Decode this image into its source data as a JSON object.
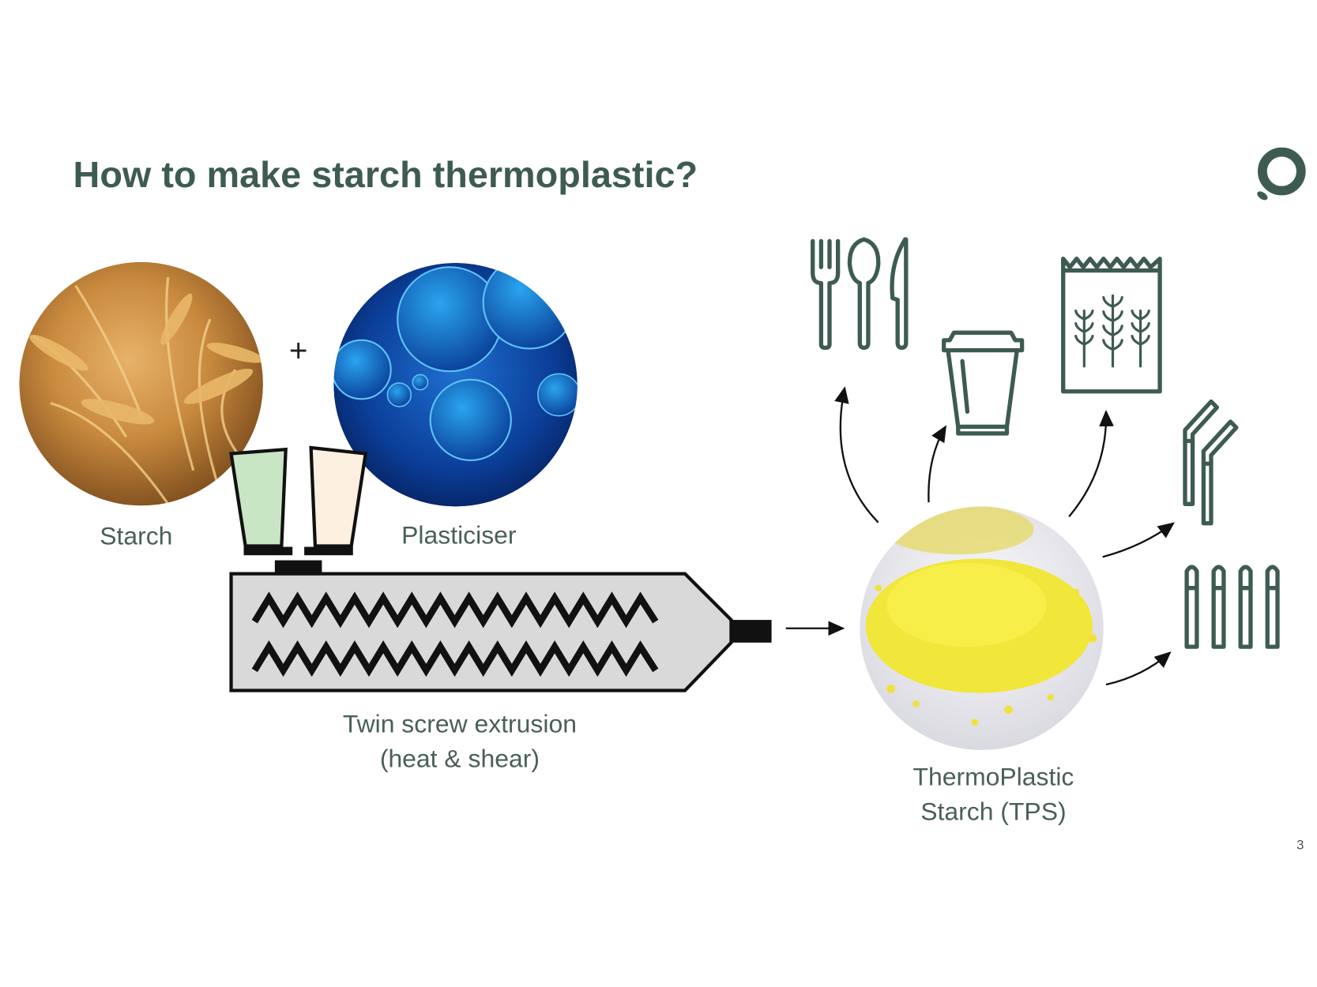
{
  "slide": {
    "title": "How to make starch thermoplastic?",
    "page_number": "3",
    "plus_sign": "+",
    "inputs": {
      "starch_label": "Starch",
      "plasticiser_label": "Plasticiser"
    },
    "process": {
      "line1": "Twin screw extrusion",
      "line2": "(heat & shear)"
    },
    "product": {
      "line1": "ThermoPlastic",
      "line2": "Starch (TPS)"
    },
    "applications": [
      "cutlery-icon",
      "cup-icon",
      "bag-icon",
      "straws-icon",
      "tubes-icon"
    ],
    "colors": {
      "accent": "#3e5b53",
      "hopper_starch": "#c9e6c4",
      "hopper_plasticiser": "#fdf0e0",
      "barrel": "#d9d9d9"
    }
  }
}
